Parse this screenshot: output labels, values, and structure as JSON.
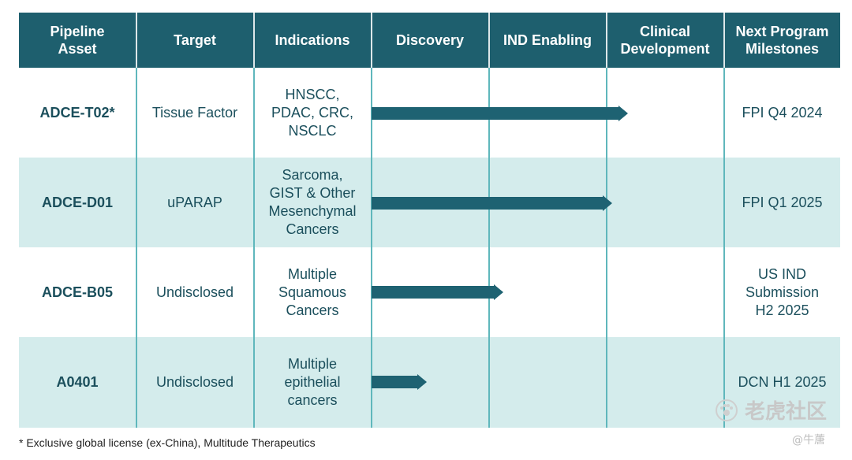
{
  "headers": {
    "asset": "Pipeline\nAsset",
    "target": "Target",
    "indications": "Indications",
    "discovery": "Discovery",
    "ind_enabling": "IND Enabling",
    "clinical": "Clinical\nDevelopment",
    "milestones": "Next Program\nMilestones"
  },
  "rows": [
    {
      "asset": "ADCE-T02*",
      "target": "Tissue Factor",
      "indications": "HNSCC,\nPDAC, CRC,\nNSCLC",
      "milestone": "FPI Q4 2024",
      "progress_stage_fraction": 2.18
    },
    {
      "asset": "ADCE-D01",
      "target": "uPARAP",
      "indications": "Sarcoma,\nGIST & Other\nMesenchymal\nCancers",
      "milestone": "FPI Q1 2025",
      "progress_stage_fraction": 2.05
    },
    {
      "asset": "ADCE-B05",
      "target": "Undisclosed",
      "indications": "Multiple\nSquamous\nCancers",
      "milestone": "US IND\nSubmission\nH2 2025",
      "progress_stage_fraction": 1.12
    },
    {
      "asset": "A0401",
      "target": "Undisclosed",
      "indications": "Multiple\nepithelial\ncancers",
      "milestone": "DCN H1 2025",
      "progress_stage_fraction": 0.47
    }
  ],
  "footnote": "* Exclusive global license (ex-China), Multitude Therapeutics",
  "watermark": {
    "main": "老虎社区",
    "sub": "@牛蓎"
  },
  "colors": {
    "header_bg": "#1e5f6e",
    "row_alt_bg": "#d4ecec",
    "arrow": "#1e6272",
    "text": "#1b4f5c",
    "divider": "#5fb7bc"
  }
}
